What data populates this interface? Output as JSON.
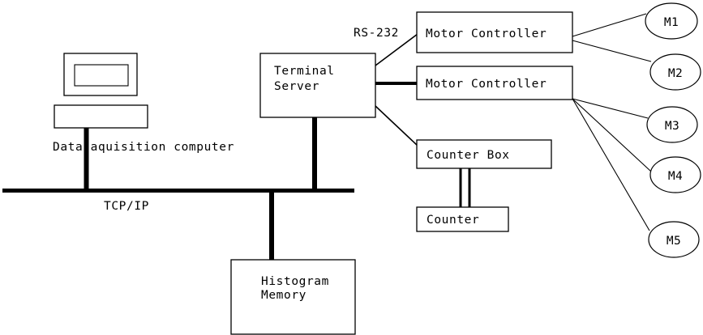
{
  "diagram": {
    "title": "Data acquisition system block diagram",
    "colors": {
      "stroke": "#000000",
      "background": "#ffffff"
    },
    "network": {
      "bus_label": "TCP/IP",
      "serial_label": "RS-232"
    },
    "nodes": {
      "workstation": {
        "label": "Data aquisition computer",
        "type": "computer-with-monitor"
      },
      "terminal_server": {
        "line1": "Terminal",
        "line2": "Server"
      },
      "motor_controller_1": {
        "label": "Motor Controller"
      },
      "motor_controller_2": {
        "label": "Motor Controller"
      },
      "counter_box": {
        "label": "Counter Box"
      },
      "counter": {
        "label": "Counter"
      },
      "histogram_memory": {
        "line1": "Histogram",
        "line2": "Memory"
      }
    },
    "motors": [
      {
        "label": "M1"
      },
      {
        "label": "M2"
      },
      {
        "label": "M3"
      },
      {
        "label": "M4"
      },
      {
        "label": "M5"
      }
    ]
  }
}
